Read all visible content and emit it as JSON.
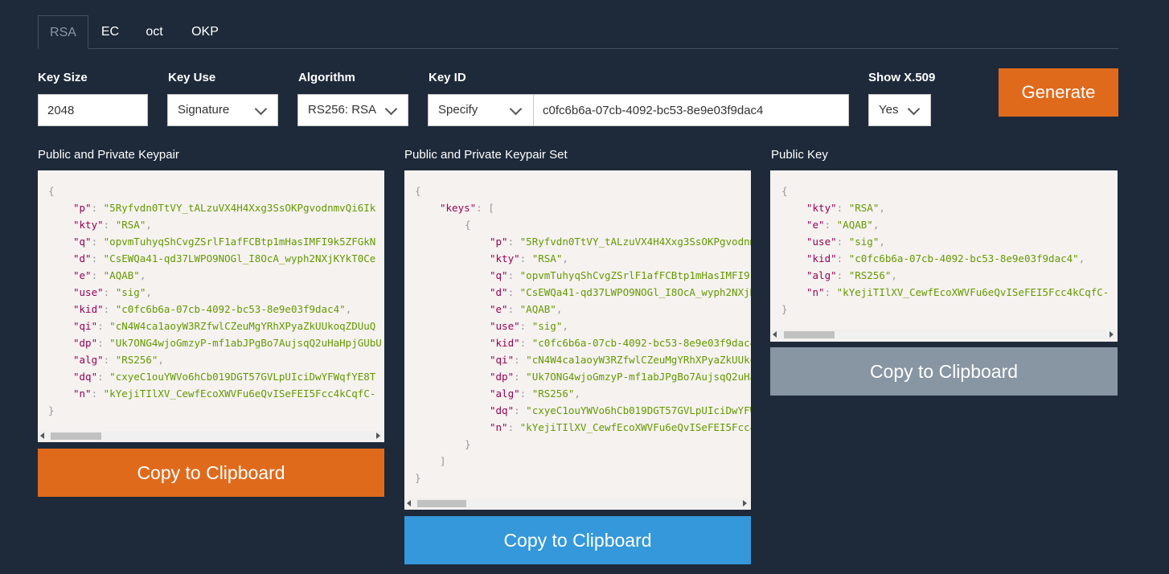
{
  "tabs": [
    "RSA",
    "EC",
    "oct",
    "OKP"
  ],
  "form": {
    "key_size_label": "Key Size",
    "key_size_value": "2048",
    "key_use_label": "Key Use",
    "key_use_value": "Signature",
    "algorithm_label": "Algorithm",
    "algorithm_value": "RS256: RSA",
    "key_id_label": "Key ID",
    "key_id_mode": "Specify",
    "key_id_value": "c0fc6b6a-07cb-4092-bc53-8e9e03f9dac4",
    "x509_label": "Show X.509",
    "x509_value": "Yes",
    "generate_label": "Generate"
  },
  "panels": {
    "keypair_title": "Public and Private Keypair",
    "set_title": "Public and Private Keypair Set",
    "public_title": "Public Key",
    "copy_label": "Copy to Clipboard"
  },
  "values": {
    "p": "5Ryfvdn0TtVY_tALzuVX4H4Xxg3SsOKPgvodnmvQi6Ik",
    "kty": "RSA",
    "q": "opvmTuhyqShCvgZSrlF1afFCBtp1mHasIMFI9k5ZFGkN",
    "d": "CsEWQa41-qd37LWPO9NOGl_I8OcA_wyph2NXjKYkT0Ce",
    "e": "AQAB",
    "use": "sig",
    "kid": "c0fc6b6a-07cb-4092-bc53-8e9e03f9dac4",
    "qi": "cN4W4ca1aoyW3RZfwlCZeuMgYRhXPyaZkUUkoqZDUuQ",
    "dp": "Uk7ONG4wjoGmzyP-mf1abJPgBo7AujsqQ2uHaHpjGUbU",
    "alg": "RS256",
    "dq": "cxyeC1ouYWVo6hCb019DGT57GVLpUIciDwYFWqfYE8T",
    "n": "kYejiTIlXV_CewfEcoXWVFu6eQvISeFEI5Fcc4kCqfC-"
  },
  "colors": {
    "background": "#1e2a3a",
    "generate": "#e06a1c",
    "copy_keypair": "#e06a1c",
    "copy_set": "#3498db",
    "copy_public": "#8895a3",
    "json_key": "#990055",
    "json_string": "#669900"
  }
}
